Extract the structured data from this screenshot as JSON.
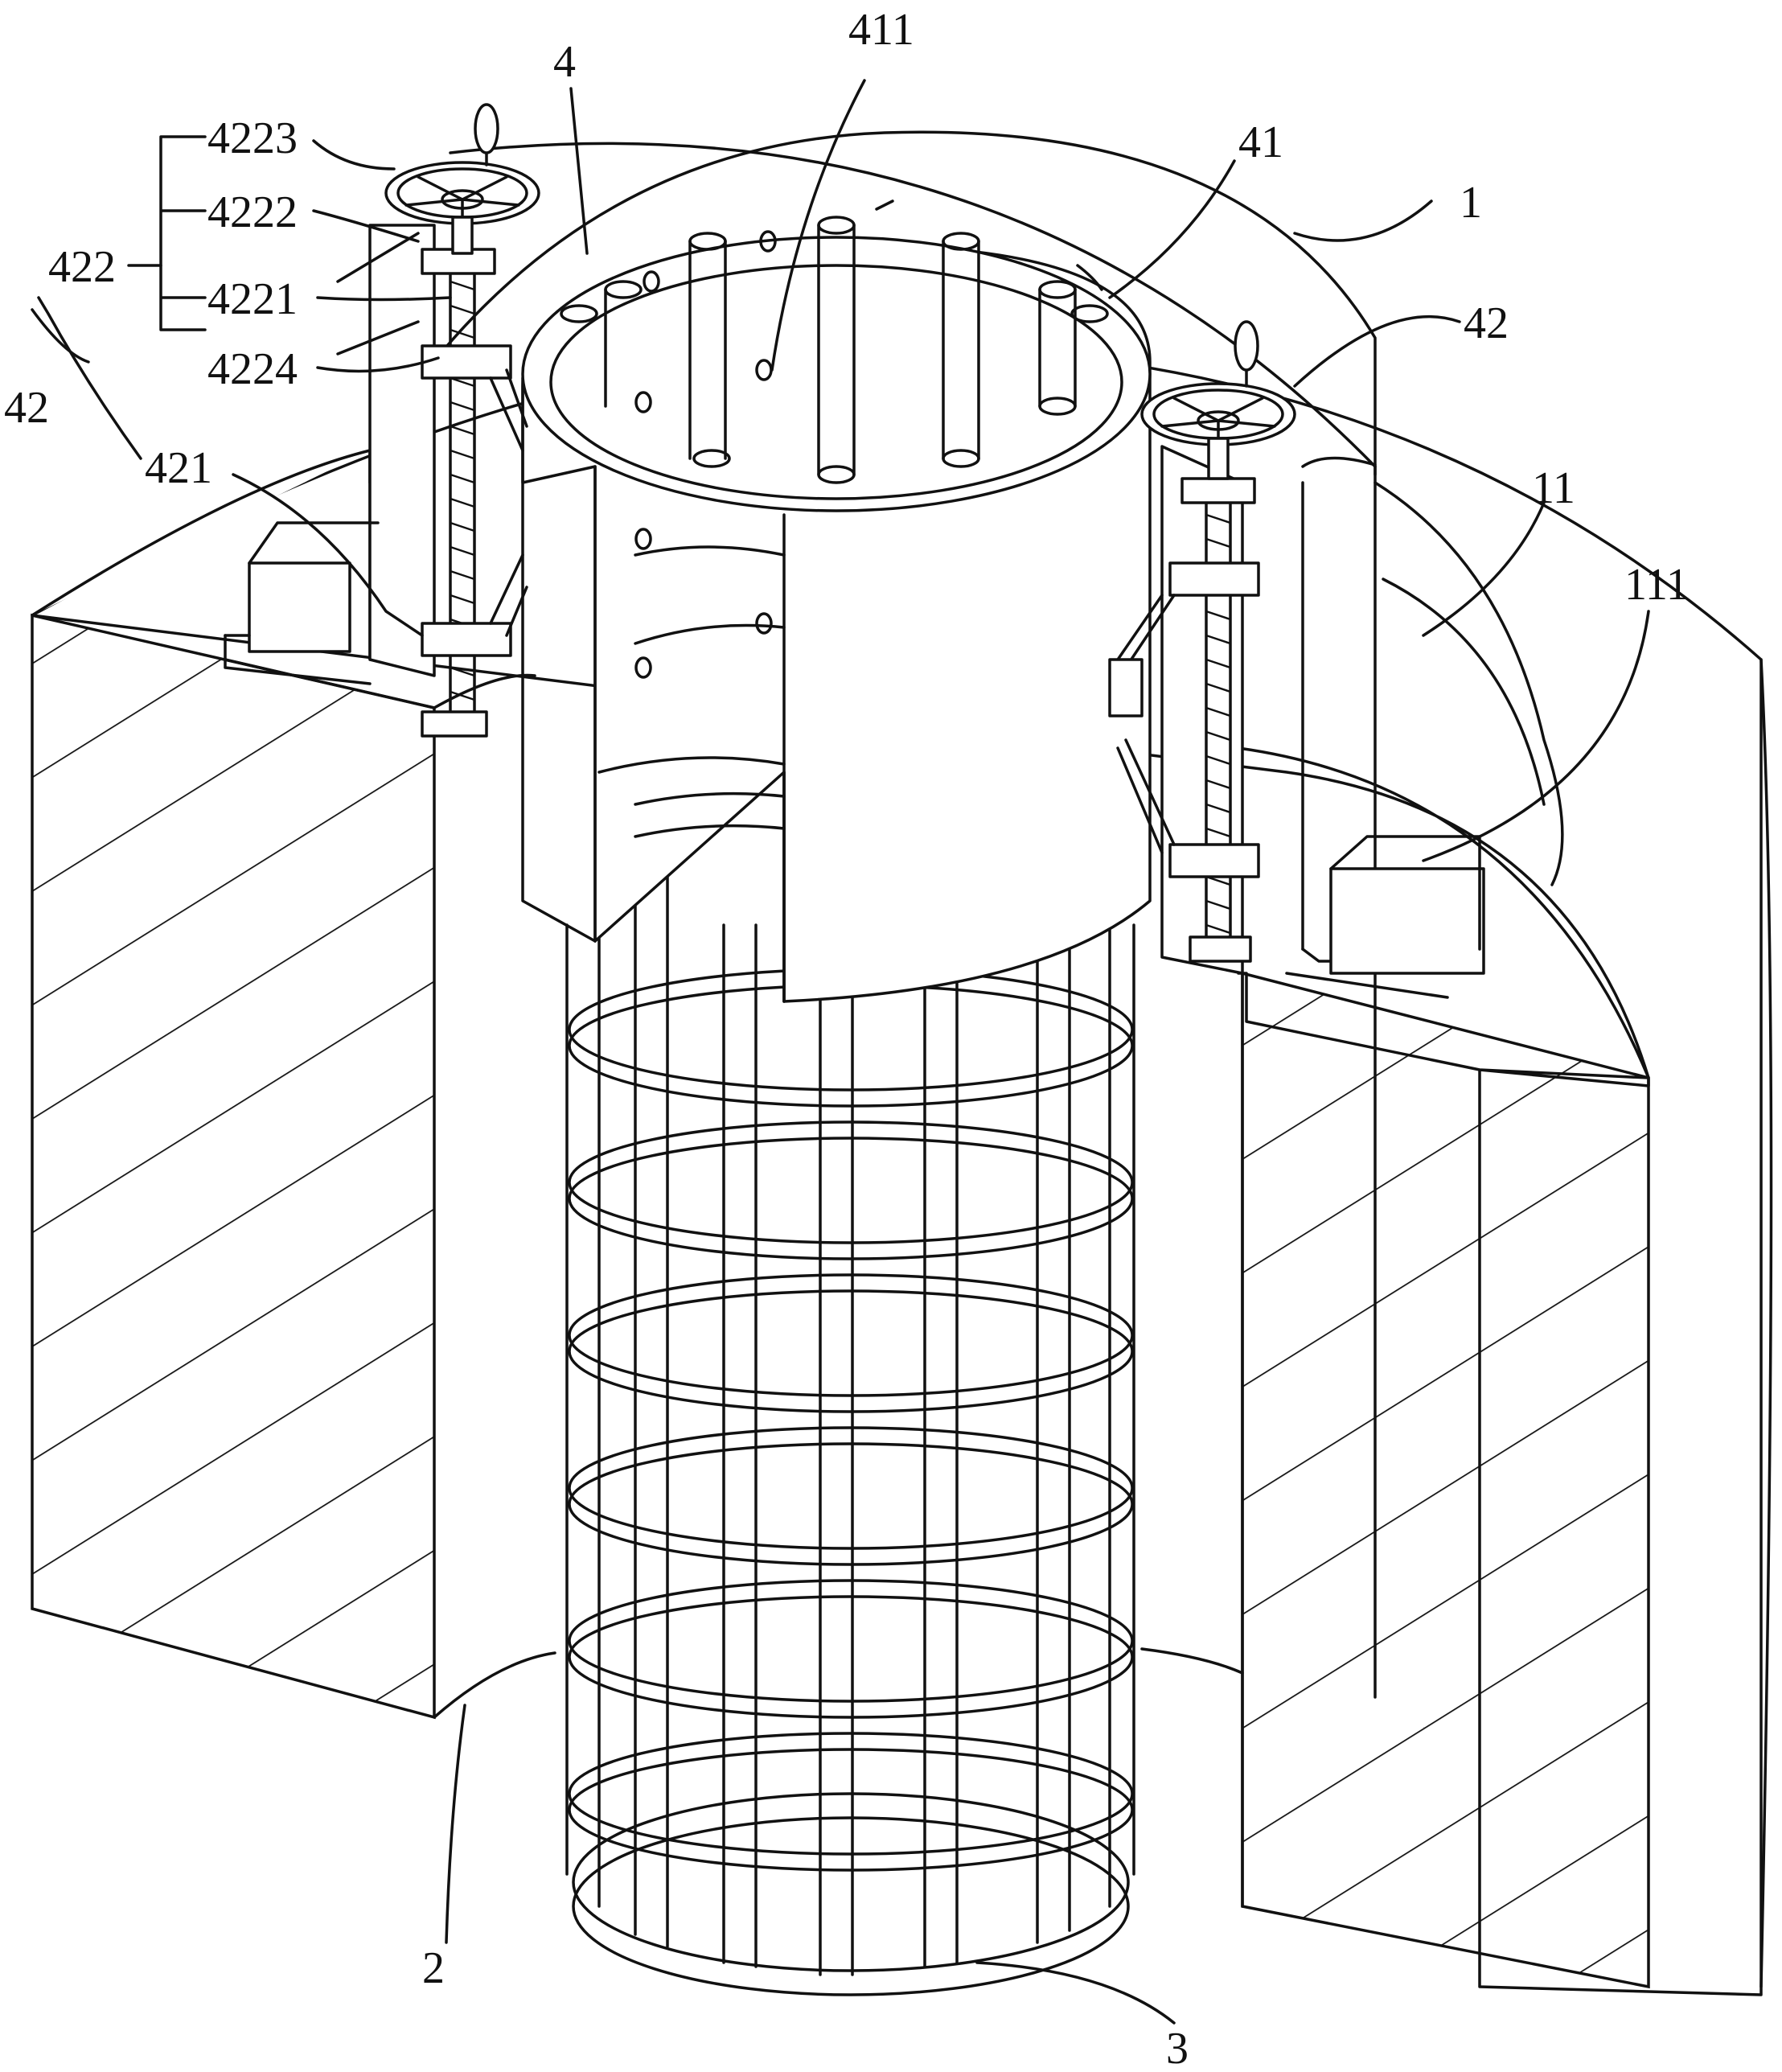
{
  "labels": {
    "l4": "4",
    "l411": "411",
    "l41": "41",
    "l1": "1",
    "l42_right": "42",
    "l11": "11",
    "l111": "111",
    "l4223": "4223",
    "l4222": "4222",
    "l422": "422",
    "l4221": "4221",
    "l4224": "4224",
    "l42_left": "42",
    "l421": "421",
    "l2": "2",
    "l3": "3"
  },
  "colors": {
    "line": "#111111",
    "background": "#ffffff"
  }
}
